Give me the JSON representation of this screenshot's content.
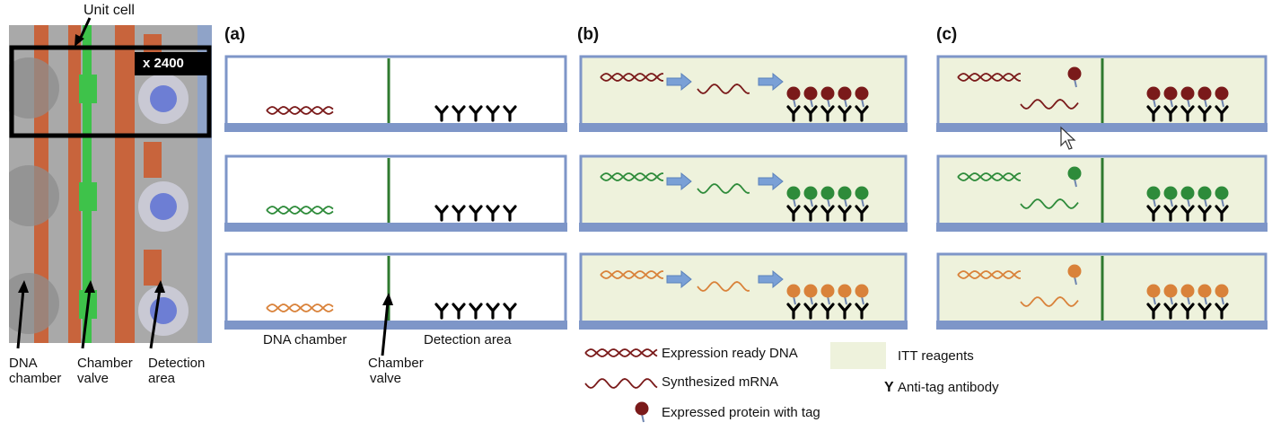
{
  "photo": {
    "unit_cell_label": "Unit cell",
    "multiplier_label": "x 2400",
    "dna_chamber_label_line1": "DNA",
    "dna_chamber_label_line2": "chamber",
    "chamber_valve_label_line1": "Chamber",
    "chamber_valve_label_line2": "valve",
    "detection_area_label_line1": "Detection",
    "detection_area_label_line2": "area"
  },
  "panels": [
    {
      "letter": "(a)"
    },
    {
      "letter": "(b)"
    },
    {
      "letter": "(c)"
    }
  ],
  "panel_a_labels": {
    "dna_chamber": "DNA chamber",
    "detection_area": "Detection area",
    "chamber_valve_line1": "Chamber",
    "chamber_valve_line2": "valve"
  },
  "legend": {
    "dna": "Expression ready DNA",
    "mrna": "Synthesized mRNA",
    "protein": "Expressed protein with tag",
    "itt": "ITT reagents",
    "antibody": "Anti-tag antibody"
  },
  "colors": {
    "red": "#7a1a1a",
    "green": "#2e8b3a",
    "orange": "#d9823a",
    "valve": "#2f7a2f",
    "frame": "#7e96c8",
    "itt": "#eef2dc"
  }
}
